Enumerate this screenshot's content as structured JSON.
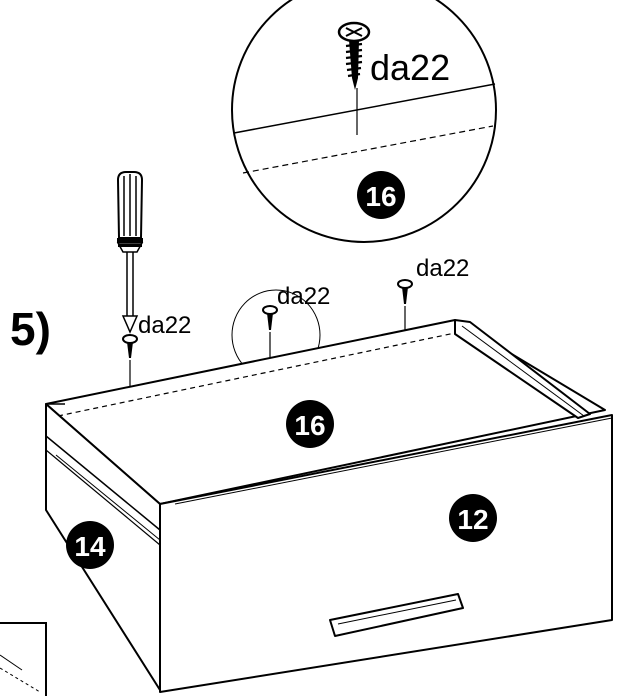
{
  "step": {
    "number": "5)"
  },
  "parts": {
    "screw_code": "da22",
    "top_panel": "16",
    "front_panel": "12",
    "side_panel": "14"
  },
  "colors": {
    "line": "#000000",
    "fill": "#ffffff",
    "badge": "#000000",
    "badge_text": "#ffffff"
  }
}
